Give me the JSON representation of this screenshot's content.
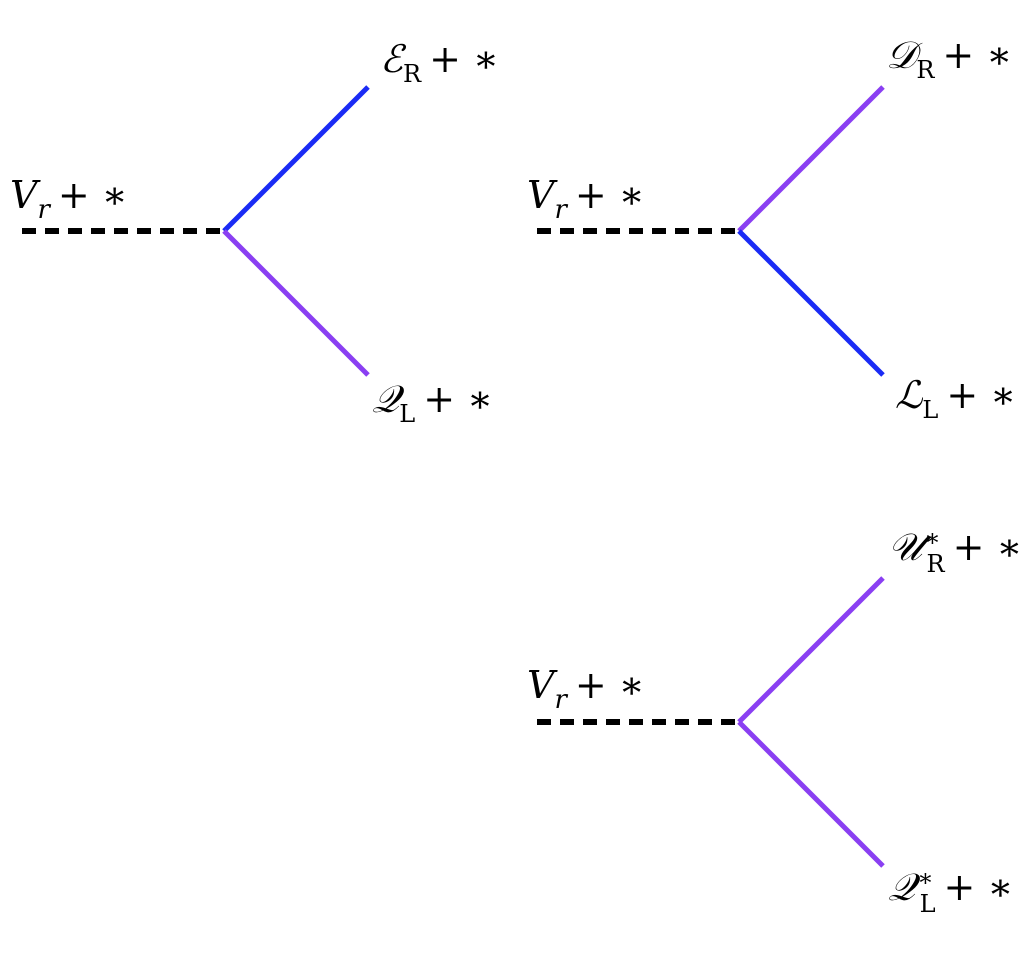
{
  "colors": {
    "dashed_line": "#000000",
    "blue_line": "#1a2bf5",
    "purple_line": "#8a3ff2"
  },
  "vertices": [
    {
      "incoming": {
        "symbol": "V",
        "subscript": "r",
        "suffix": "+ ∗"
      },
      "upper": {
        "symbol": "ℰ",
        "subscript": "R",
        "superscript": "",
        "suffix": "+ ∗",
        "color": "blue"
      },
      "lower": {
        "symbol": "𝒬",
        "subscript": "L",
        "superscript": "",
        "suffix": "+ ∗",
        "color": "purple"
      }
    },
    {
      "incoming": {
        "symbol": "V",
        "subscript": "r",
        "suffix": "+ ∗"
      },
      "upper": {
        "symbol": "𝒟",
        "subscript": "R",
        "superscript": "",
        "suffix": "+ ∗",
        "color": "purple"
      },
      "lower": {
        "symbol": "ℒ",
        "subscript": "L",
        "superscript": "",
        "suffix": "+ ∗",
        "color": "blue"
      }
    },
    {
      "incoming": {
        "symbol": "V",
        "subscript": "r",
        "suffix": "+ ∗"
      },
      "upper": {
        "symbol": "𝒰",
        "subscript": "R",
        "superscript": "∗",
        "suffix": "+ ∗",
        "color": "purple"
      },
      "lower": {
        "symbol": "𝒬",
        "subscript": "L",
        "superscript": "∗",
        "suffix": "+ ∗",
        "color": "purple"
      }
    }
  ]
}
